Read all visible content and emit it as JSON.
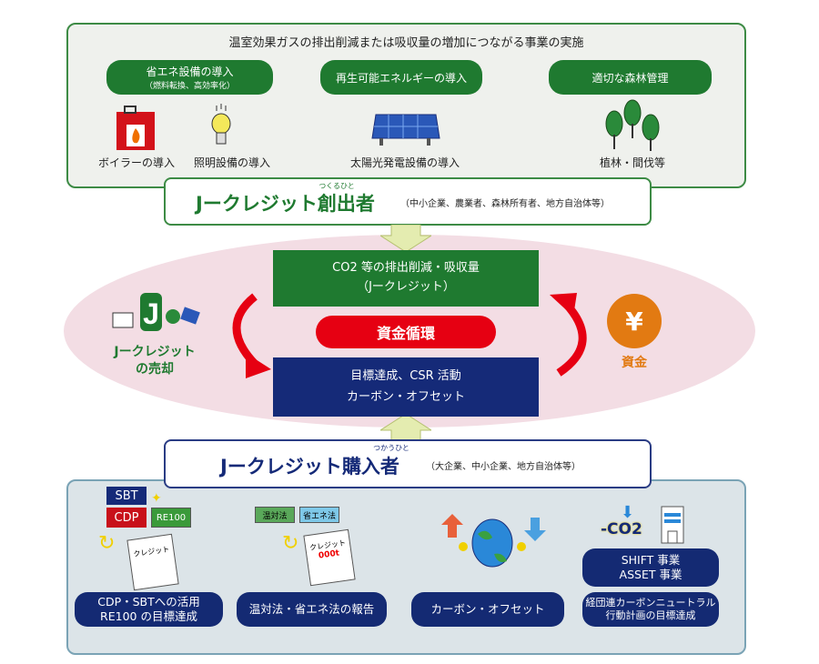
{
  "top": {
    "title": "温室効果ガスの排出削減または吸収量の増加につながる事業の実施",
    "categories": [
      {
        "label": "省エネ設備の導入",
        "sub": "（燃料転換、高効率化）"
      },
      {
        "label": "再生可能エネルギーの導入"
      },
      {
        "label": "適切な森林管理"
      }
    ],
    "items": [
      "ボイラーの導入",
      "照明設備の導入",
      "太陽光発電設備の導入",
      "植林・間伐等"
    ]
  },
  "creator": {
    "title": "Jークレジット創出者",
    "ruby": "つくるひと",
    "note": "（中小企業、農業者、森林所有者、地方自治体等）"
  },
  "center": {
    "green_line1": "CO2 等の排出削減・吸収量",
    "green_line2": "（Jークレジット）",
    "cycle": "資金循環",
    "navy_line1": "目標達成、CSR 活動",
    "navy_line2": "カーボン・オフセット"
  },
  "left": {
    "line1": "Jークレジット",
    "line2": "の売却",
    "icon_letter": "J"
  },
  "right": {
    "symbol": "¥",
    "label": "資金"
  },
  "purchaser": {
    "title": "Jークレジット購入者",
    "ruby": "つかうひと",
    "note": "（大企業、中小企業、地方自治体等）"
  },
  "bottom": {
    "badges": {
      "sbt": "SBT",
      "cdp": "CDP",
      "re100": "RE100",
      "ontai": "温対法",
      "shoene": "省エネ法",
      "credit1": "クレジット",
      "credit2": "クレジット",
      "amount": "000t",
      "co2": "-CO2"
    },
    "pills": [
      {
        "line1": "CDP・SBTへの活用",
        "line2": "RE100 の目標達成"
      },
      {
        "line1": "温対法・省エネ法の報告"
      },
      {
        "line1": "カーボン・オフセット"
      },
      {
        "line1": "経団連カーボンニュートラル",
        "line2": "行動計画の目標達成"
      }
    ],
    "shift": {
      "line1": "SHIFT 事業",
      "line2": "ASSET 事業"
    }
  }
}
